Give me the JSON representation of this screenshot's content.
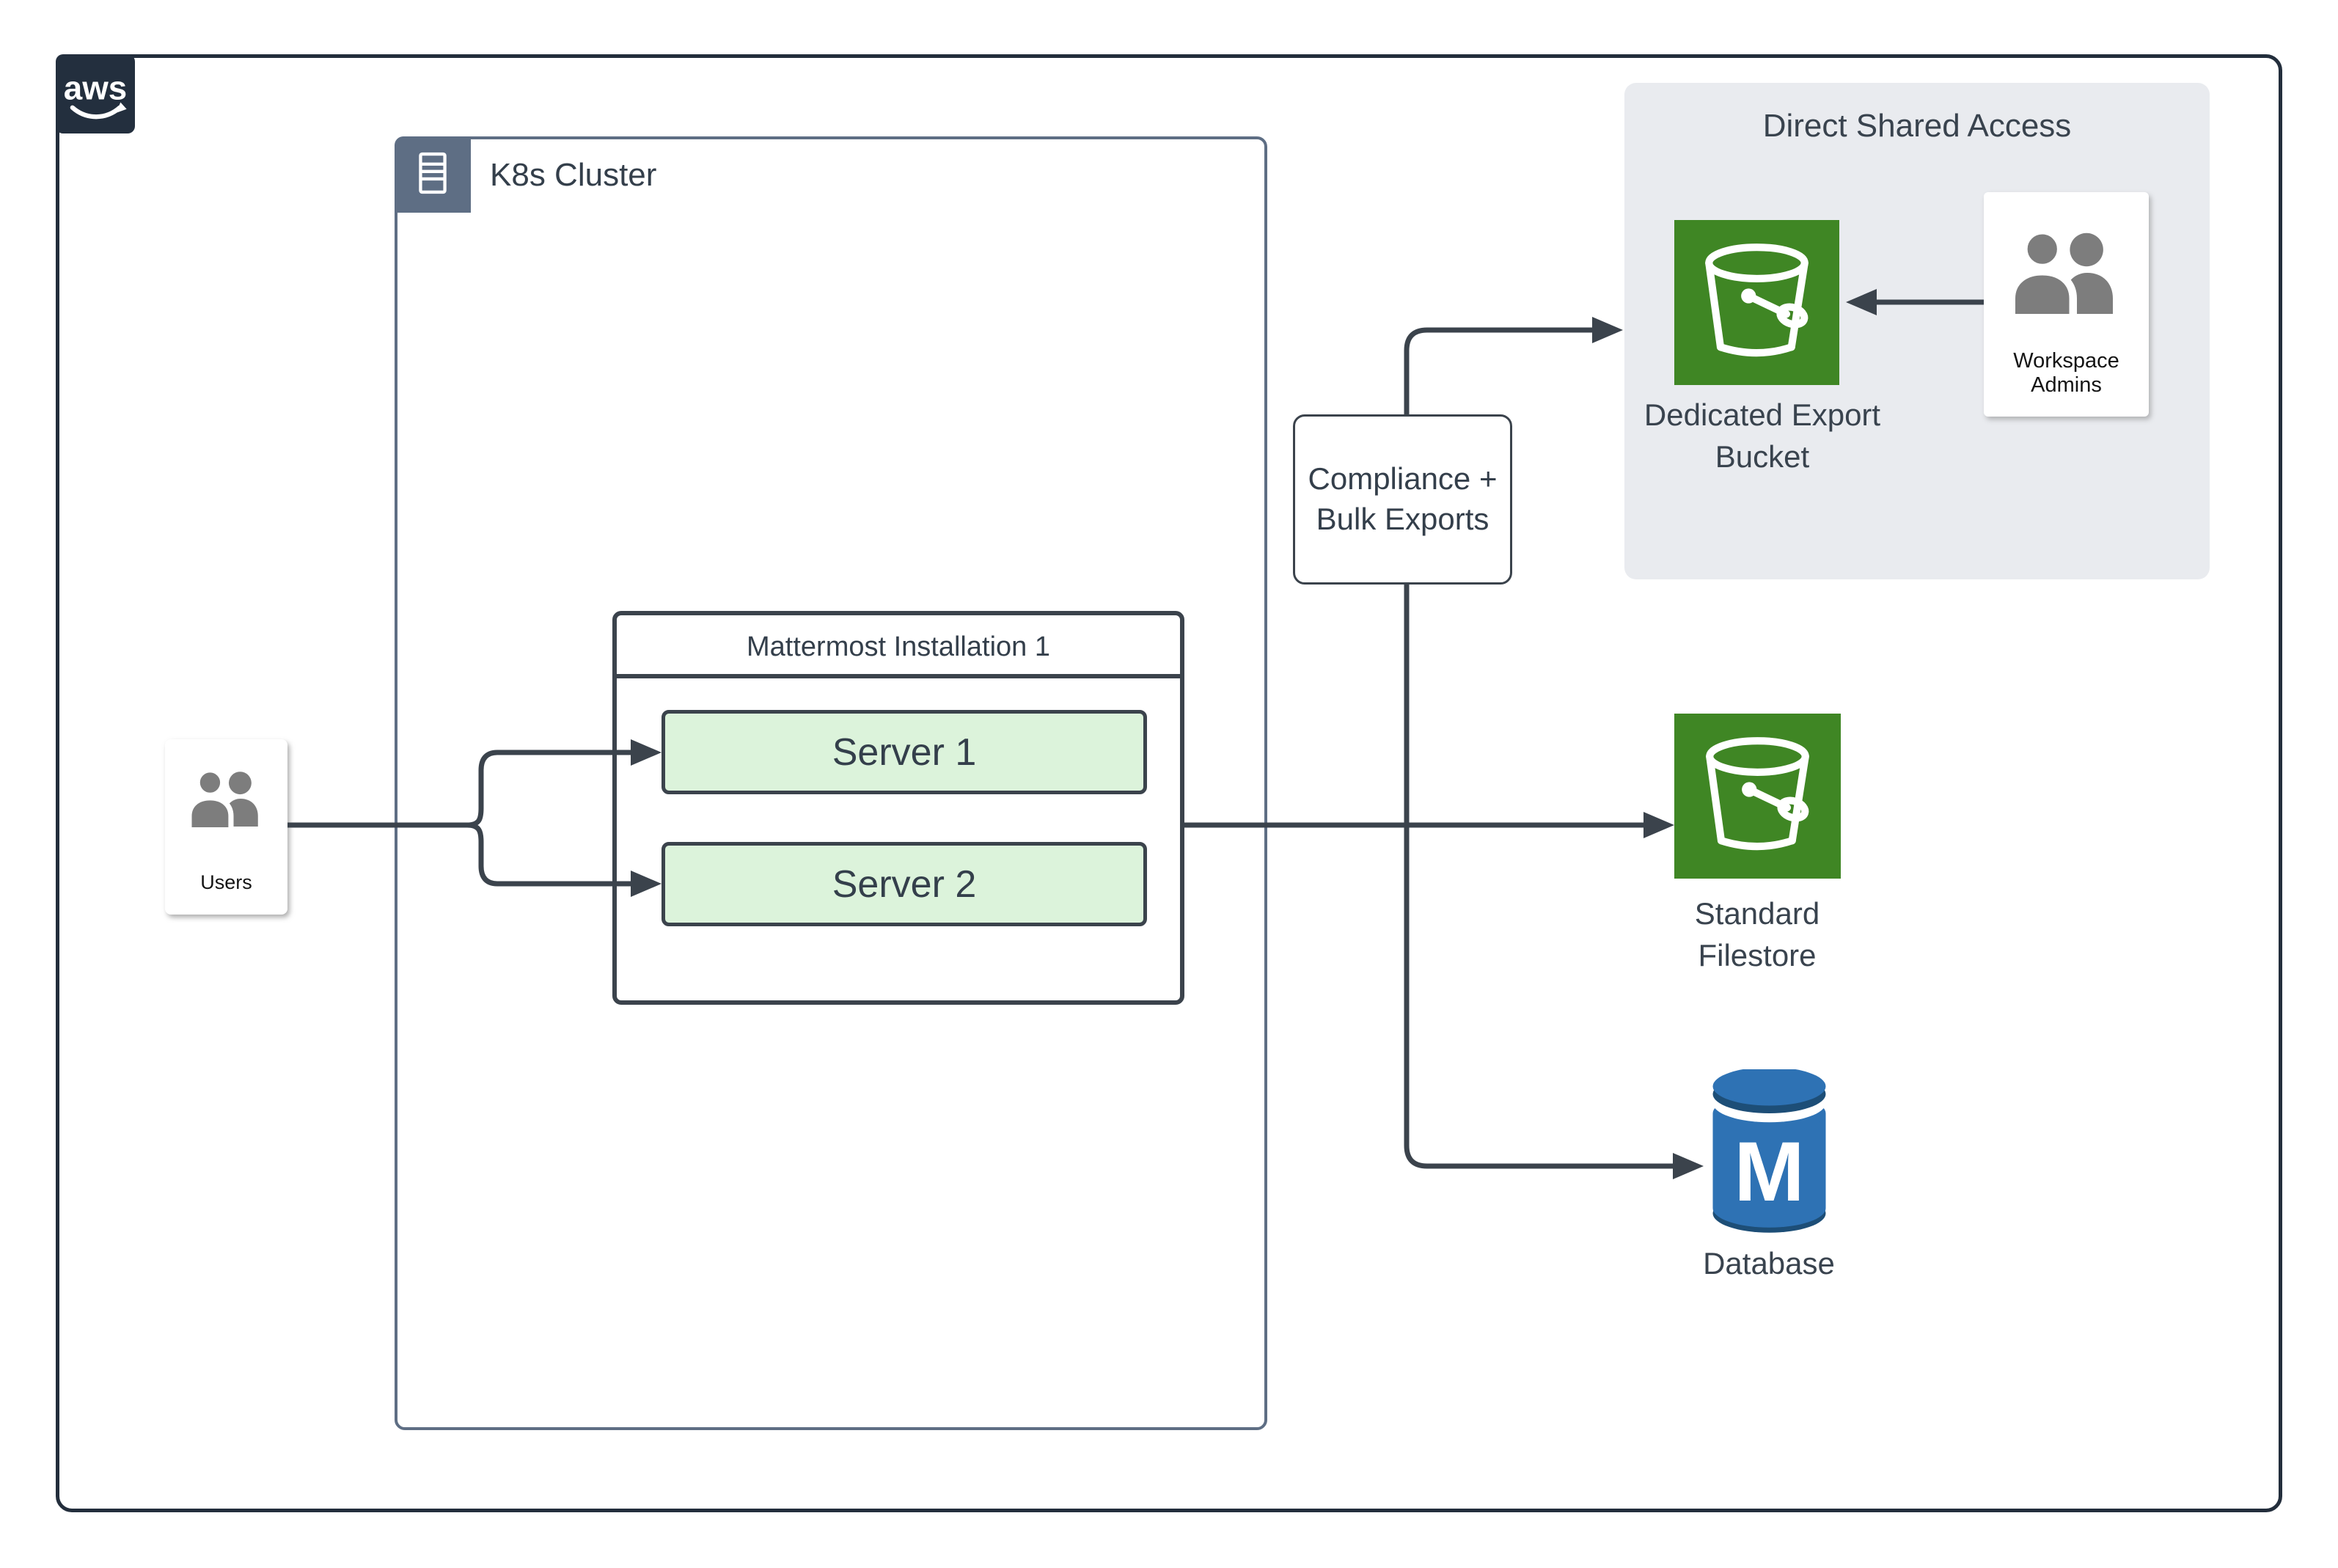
{
  "aws_logo": {
    "text": "aws"
  },
  "k8s_cluster": {
    "label": "K8s Cluster"
  },
  "mattermost": {
    "title": "Mattermost Installation 1",
    "servers": [
      {
        "label": "Server 1"
      },
      {
        "label": "Server 2"
      }
    ]
  },
  "users_card": {
    "label": "Users"
  },
  "compliance_node": {
    "line1": "Compliance +",
    "line2": "Bulk Exports"
  },
  "shared_access_panel": {
    "title": "Direct Shared Access",
    "bucket_label_line1": "Dedicated Export",
    "bucket_label_line2": "Bucket",
    "admins_label": "Workspace Admins"
  },
  "filestore_node": {
    "line1": "Standard",
    "line2": "Filestore"
  },
  "database_node": {
    "label": "Database",
    "monogram": "M"
  },
  "colors": {
    "connector": "#3b434c",
    "frame_border": "#232e3c",
    "k8s_border": "#5e6e84",
    "server_fill": "#dcf3db",
    "bucket_green": "#3f8624",
    "database_blue": "#2e72b4",
    "database_dark": "#1d4e77",
    "panel_gray": "#e9ebef",
    "logo_navy": "#232f3e",
    "person_gray": "#7d7d7d",
    "text_dark": "#343f4b"
  }
}
